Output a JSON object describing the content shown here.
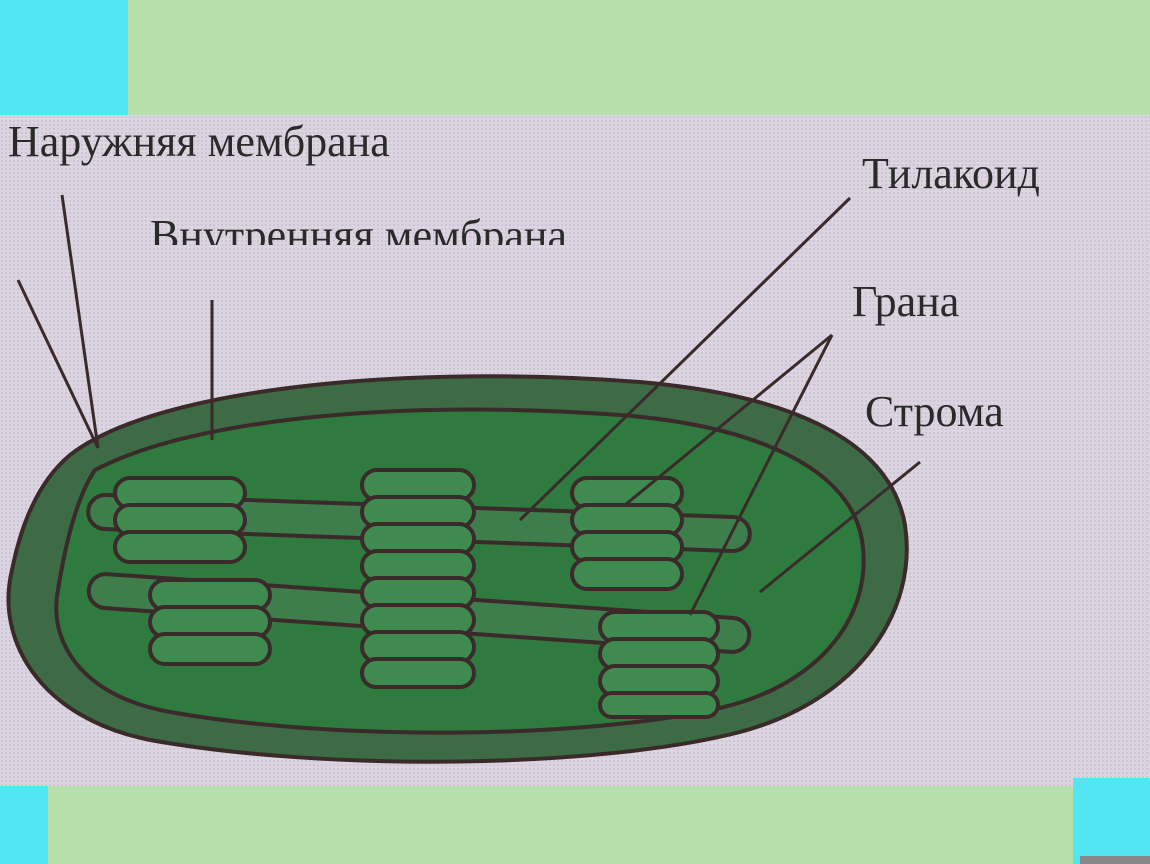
{
  "labels": {
    "outer_membrane": "Наружняя мембрана",
    "inner_membrane": "Внутренняя мембрана",
    "thylakoid": "Тилакоид",
    "grana": "Грана",
    "stroma": "Строма"
  },
  "colors": {
    "slide_green": "#b5e0ab",
    "accent_cyan": "#52e6f2",
    "panel_bg": "#dcd4e0",
    "chloroplast_outer": "#3c6b46",
    "chloroplast_stroma": "#2f7a3e",
    "outline": "#3a2a2a"
  }
}
